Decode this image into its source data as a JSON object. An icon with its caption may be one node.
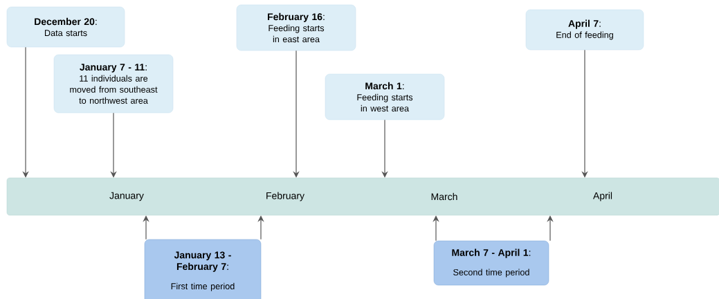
{
  "diagram": {
    "nodes": [
      {
        "text": [
          "**December 20**:",
          "Data starts"
        ]
      },
      {
        "text": [
          "**January 7 - 11**:",
          "11 individuals are moved from southeast to northwest area"
        ]
      },
      {
        "text": [
          "**February 16**:",
          "Feeding starts in east area"
        ]
      },
      {
        "text": [
          "**March 1**:",
          "Feeding starts in west area"
        ]
      },
      {
        "text": [
          "**April 7**:",
          "End of feeding"
        ]
      },
      {
        "text": [
          "January",
          "February",
          "March",
          "April"
        ]
      },
      {
        "text": [
          "**January 13 - February 7**:",
          "First time period"
        ]
      },
      {
        "text": [
          "**March 7 - April 1**:",
          "Second time period"
        ]
      }
    ],
    "edges": [
      {
        "from": 0,
        "to": 5,
        "arrow": "to"
      },
      {
        "from": 1,
        "to": 5,
        "arrow": "to"
      },
      {
        "from": 2,
        "to": 5,
        "arrow": "to"
      },
      {
        "from": 3,
        "to": 5,
        "arrow": "to"
      },
      {
        "from": 4,
        "to": 5,
        "arrow": "to"
      },
      {
        "from": 6,
        "to": 5,
        "arrow": "to"
      },
      {
        "from": 6,
        "to": 5,
        "arrow": "to"
      },
      {
        "from": 7,
        "to": 5,
        "arrow": "to"
      },
      {
        "from": 7,
        "to": 5,
        "arrow": "to"
      }
    ]
  }
}
